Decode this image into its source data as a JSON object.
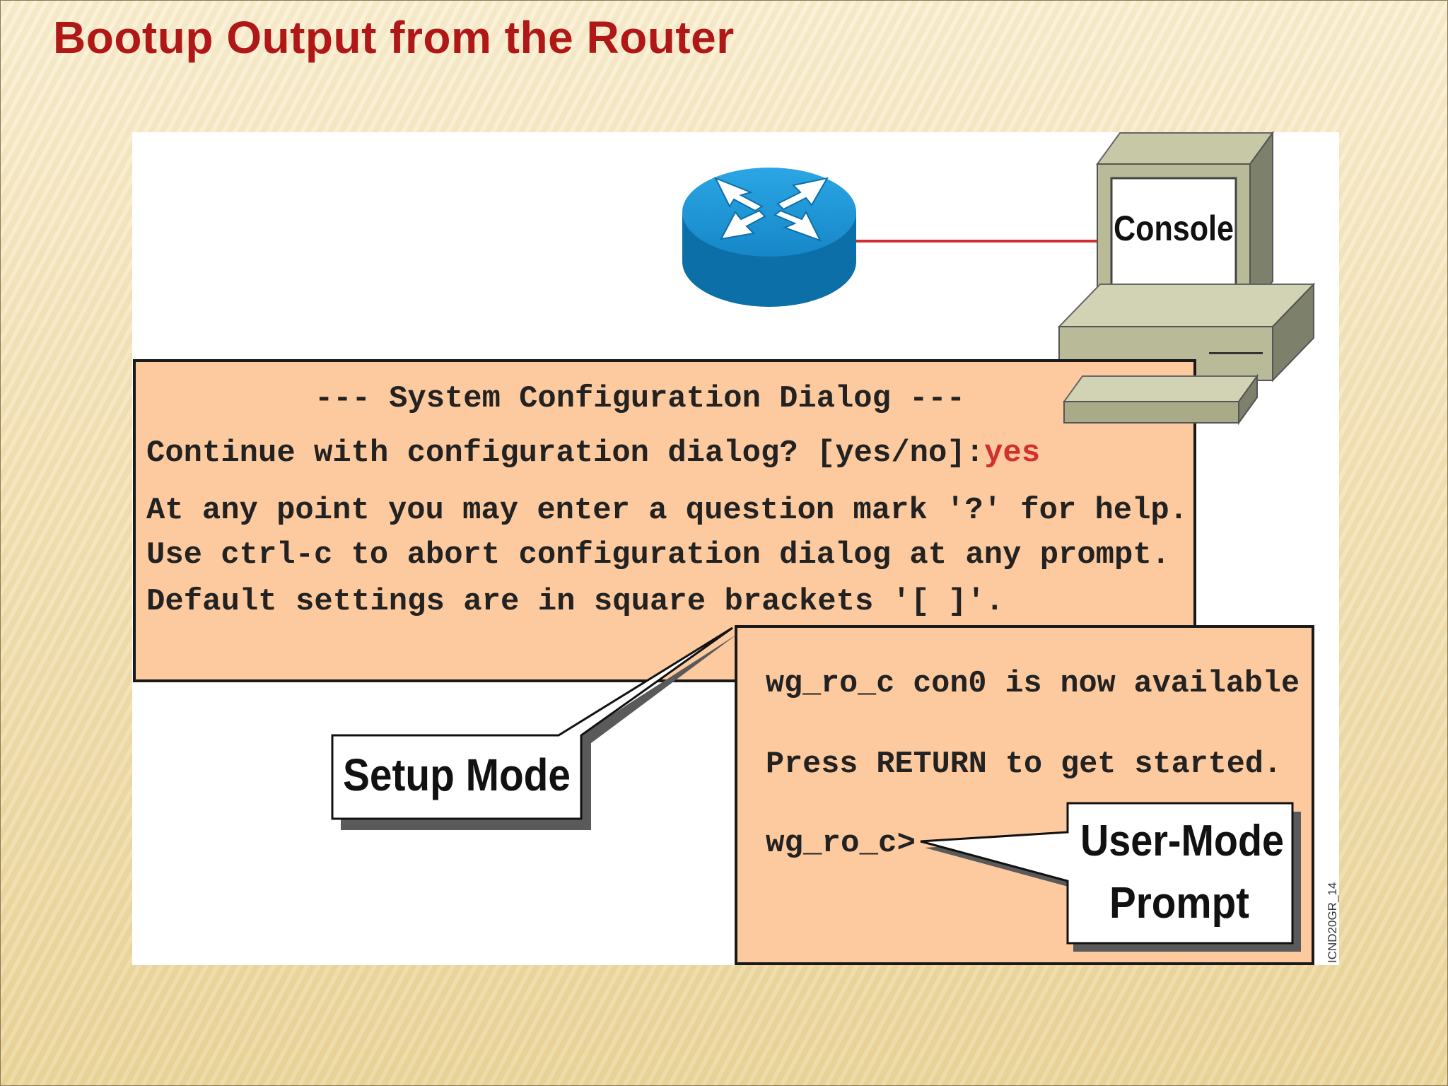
{
  "slide": {
    "title": "Bootup Output from the Router"
  },
  "colors": {
    "title": "#b01717",
    "dialog_fill": "#fcca9e",
    "link_line": "#d03030",
    "answer": "#d03030",
    "router_blue": "#1b8fd0"
  },
  "console": {
    "label": "Console"
  },
  "setup_dialog": {
    "header": "--- System Configuration Dialog ---",
    "prompt": "Continue with configuration dialog? [yes/no]:",
    "answer": "yes",
    "lines": [
      "At any point you may enter a question mark '?' for help.",
      "Use ctrl-c to abort configuration dialog at any prompt.",
      "Default settings are in square brackets '[ ]'."
    ]
  },
  "user_output": {
    "line1": "wg_ro_c con0 is now available",
    "line2": "Press RETURN to get started.",
    "prompt": "wg_ro_c>"
  },
  "callouts": {
    "setup_mode": "Setup Mode",
    "user_mode_line1": "User-Mode",
    "user_mode_line2": "Prompt"
  },
  "figure_id": "ICND20GR_14"
}
